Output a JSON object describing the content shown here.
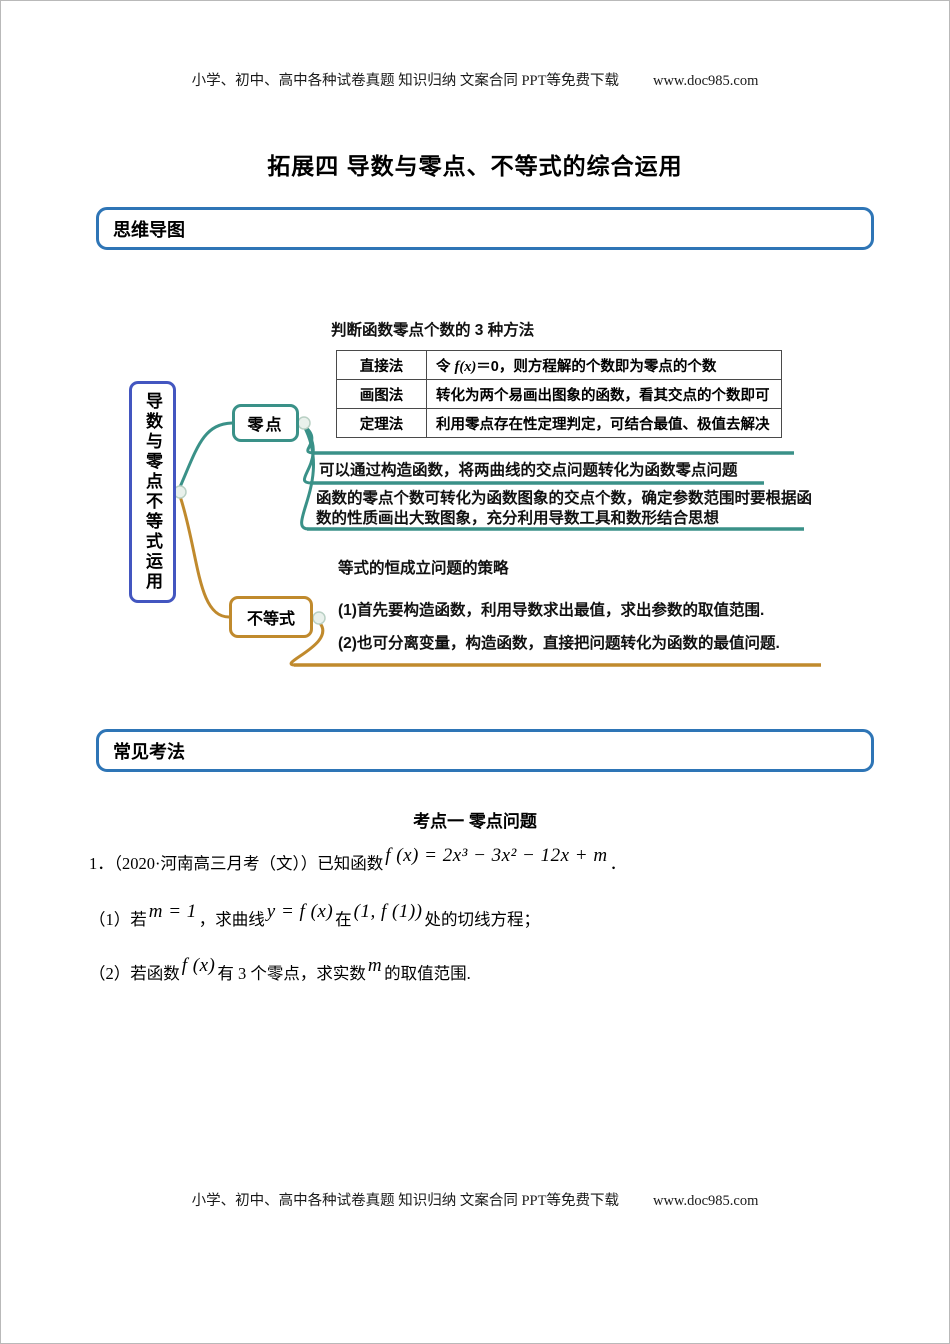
{
  "colors": {
    "accent_blue": "#2E75B6",
    "teal": "#3A9188",
    "gold": "#C08A2D",
    "root_blue": "#4356C0"
  },
  "site_line": {
    "text": "小学、初中、高中各种试卷真题 知识归纳 文案合同 PPT等免费下载",
    "url": "www.doc985.com"
  },
  "title": "拓展四 导数与零点、不等式的综合运用",
  "sections": {
    "mindmap_label": "思维导图",
    "methods_label": "常见考法"
  },
  "mindmap": {
    "root": "导数与零点不等式运用",
    "zero_node": "零点",
    "ineq_node": "不等式",
    "table_title": "判断函数零点个数的 3 种方法",
    "table": {
      "rows": [
        {
          "method": "直接法",
          "desc_pre": "令 ",
          "desc_math": "f(x)",
          "desc_post": "＝0，则方程解的个数即为零点的个数"
        },
        {
          "method": "画图法",
          "desc_pre": "",
          "desc_math": "",
          "desc_post": "转化为两个易画出图象的函数，看其交点的个数即可"
        },
        {
          "method": "定理法",
          "desc_pre": "",
          "desc_math": "",
          "desc_post": "利用零点存在性定理判定，可结合最值、极值去解决"
        }
      ]
    },
    "zero_branch_1": "可以通过构造函数，将两曲线的交点问题转化为函数零点问题",
    "zero_branch_2": "函数的零点个数可转化为函数图象的交点个数，确定参数范围时要根据函数的性质画出大致图象，充分利用导数工具和数形结合思想",
    "ineq_header": "等式的恒成立问题的策略",
    "ineq_item_1": "(1)首先要构造函数，利用导数求出最值，求出参数的取值范围.",
    "ineq_item_2": "(2)也可分离变量，构造函数，直接把问题转化为函数的最值问题."
  },
  "exam": {
    "topic_heading": "考点一 零点问题",
    "q1": {
      "num": "1．",
      "prefix": "（2020·河南高三月考（文））已知函数",
      "formula": "f (x) = 2x³ − 3x² − 12x + m",
      "suffix": "．"
    },
    "part1": {
      "t1": "（1）若",
      "m1": "m = 1",
      "t2": "，求曲线",
      "m2": "y = f (x)",
      "t3": "在",
      "m3": "(1, f (1))",
      "t4": "处的切线方程；"
    },
    "part2": {
      "t1": "（2）若函数",
      "m1": "f (x)",
      "t2": "有 3 个零点，求实数",
      "m2": "m",
      "t3": "的取值范围."
    }
  }
}
